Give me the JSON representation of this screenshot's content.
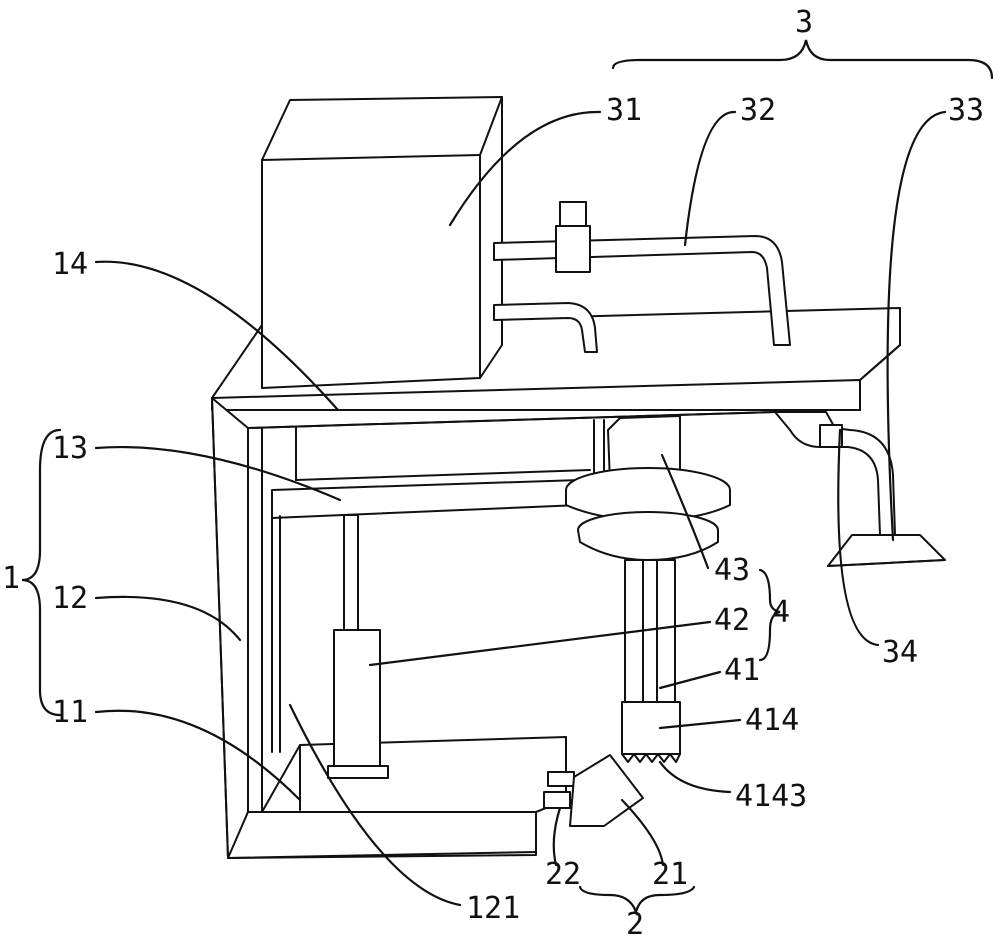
{
  "labels": {
    "l3": "3",
    "l31": "31",
    "l32": "32",
    "l33": "33",
    "l14": "14",
    "l13": "13",
    "l1": "1",
    "l12": "12",
    "l11": "11",
    "l43": "43",
    "l4": "4",
    "l42": "42",
    "l41": "41",
    "l414": "414",
    "l4143": "4143",
    "l34": "34",
    "l121": "121",
    "l22": "22",
    "l21": "21",
    "l2": "2"
  }
}
